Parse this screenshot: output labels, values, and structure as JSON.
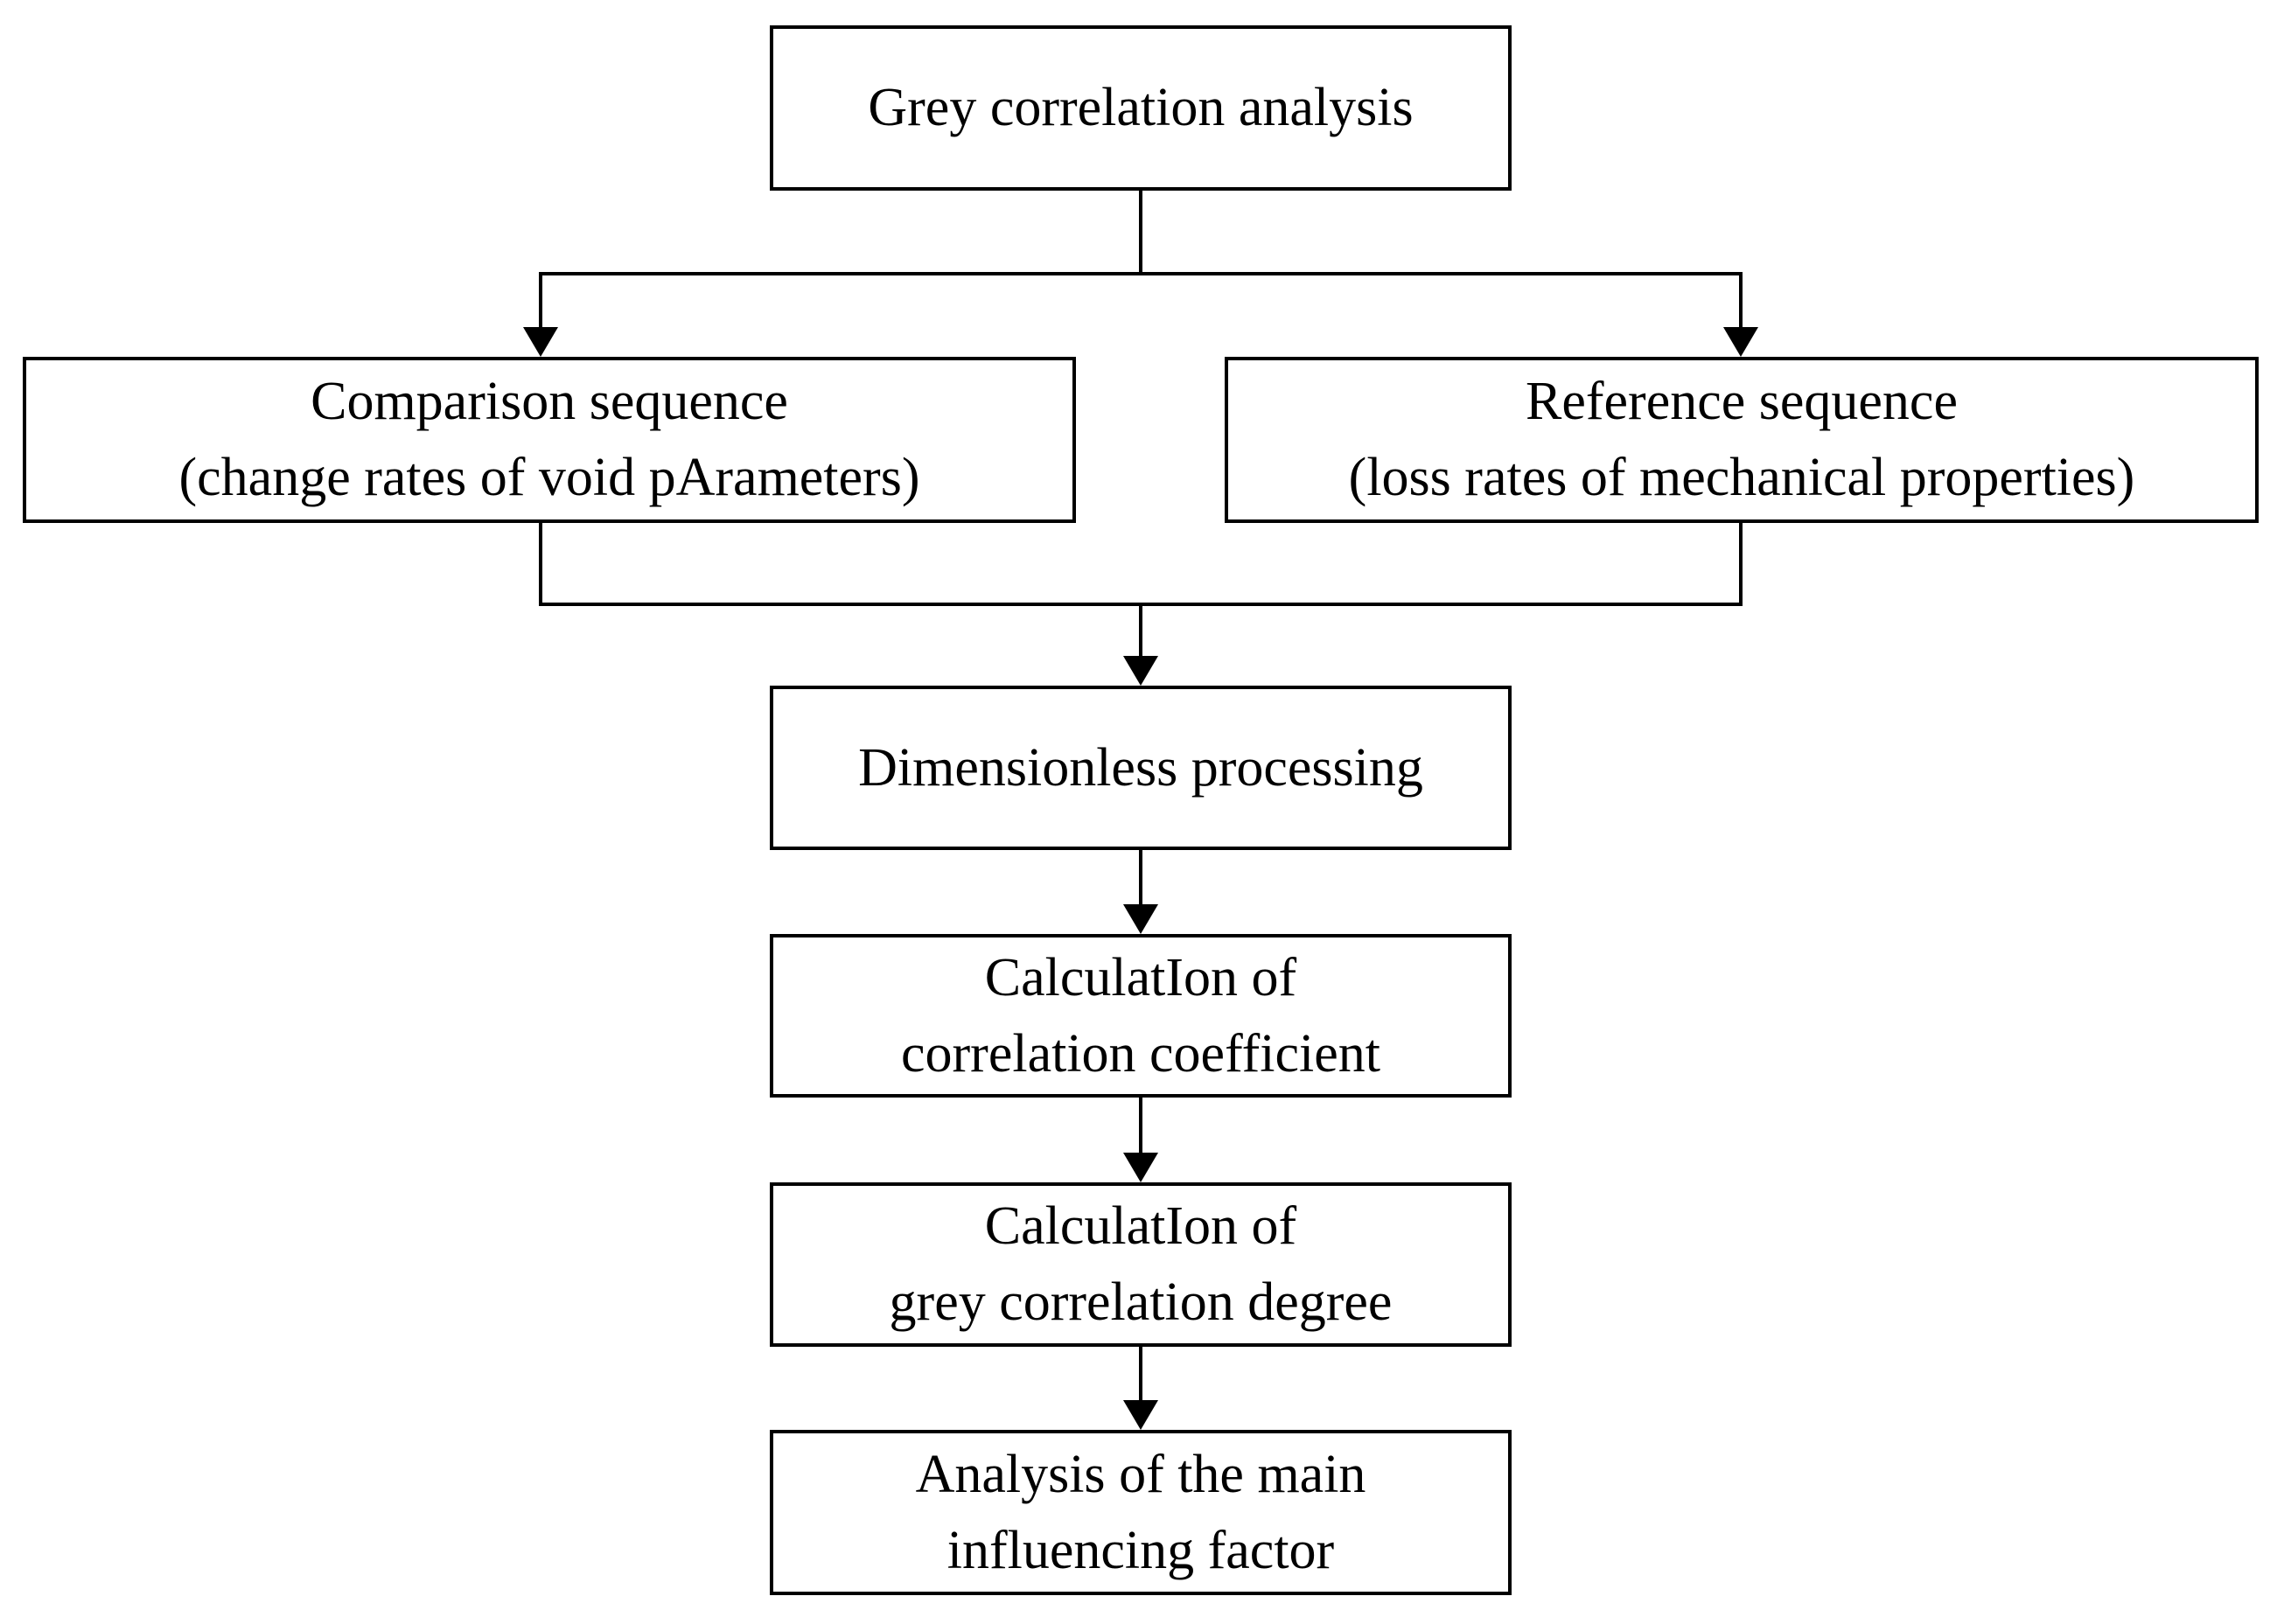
{
  "diagram": {
    "type": "flowchart",
    "title": "Grey correlation analysis flowchart",
    "colors": {
      "background": "#ffffff",
      "box_fill": "#ffffff",
      "box_border": "#000000",
      "line": "#000000",
      "text": "#000000"
    },
    "nodes": {
      "root": {
        "lines": [
          "Grey correlation analysis"
        ]
      },
      "comparison": {
        "lines": [
          "Comparison sequence",
          "(change rates of void pArameters)"
        ]
      },
      "reference": {
        "lines": [
          "Reference sequence",
          "(loss rates of mechanical properties)"
        ]
      },
      "dimensionless": {
        "lines": [
          "Dimensionless processing"
        ]
      },
      "correlation_coefficient": {
        "lines": [
          "CalculatIon of",
          "correlation coefficient"
        ]
      },
      "grey_correlation_degree": {
        "lines": [
          "CalculatIon of",
          "grey correlation degree"
        ]
      },
      "main_influencing_factor": {
        "lines": [
          "Analysis of the main",
          "influencing factor"
        ]
      }
    },
    "edges": [
      {
        "from": "root",
        "to": "comparison"
      },
      {
        "from": "root",
        "to": "reference"
      },
      {
        "from": "comparison",
        "to": "dimensionless"
      },
      {
        "from": "reference",
        "to": "dimensionless"
      },
      {
        "from": "dimensionless",
        "to": "correlation_coefficient"
      },
      {
        "from": "correlation_coefficient",
        "to": "grey_correlation_degree"
      },
      {
        "from": "grey_correlation_degree",
        "to": "main_influencing_factor"
      }
    ]
  }
}
